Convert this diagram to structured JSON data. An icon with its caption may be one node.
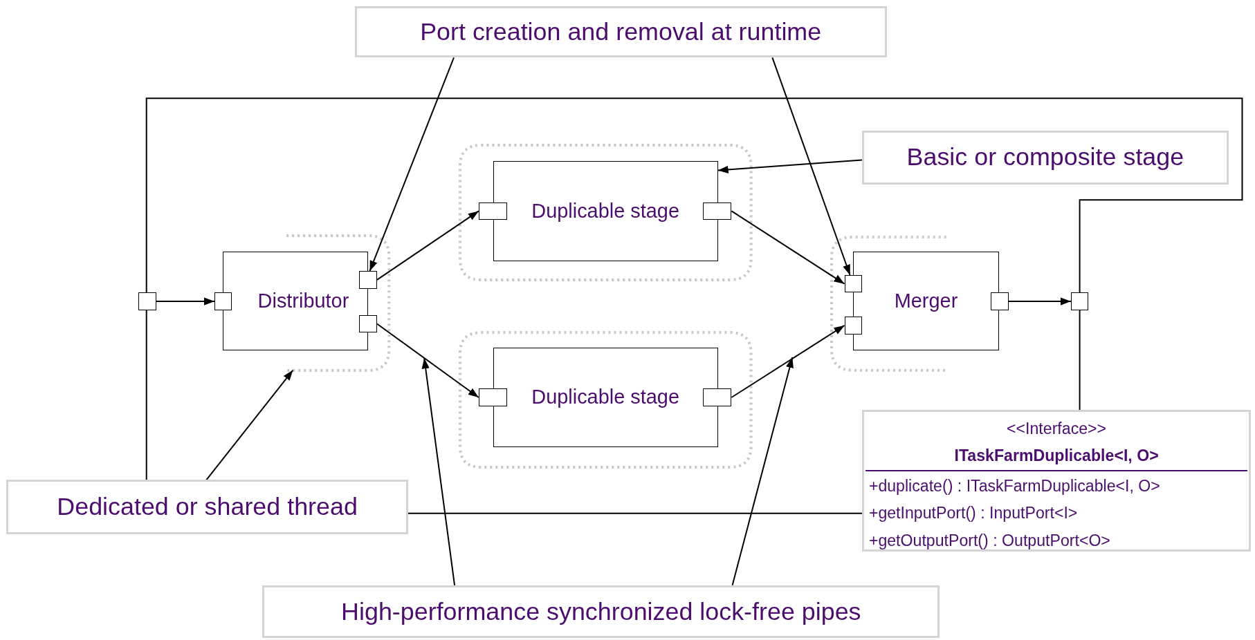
{
  "diagram": {
    "nodes": [
      {
        "text": [
          "Port creation and removal at runtime"
        ]
      },
      {
        "text": [
          "Basic or composite stage"
        ]
      },
      {
        "text": [],
        "shape": "box"
      },
      {
        "text": [
          "Duplicable stage"
        ],
        "in": 2
      },
      {
        "text": [],
        "shape": "box",
        "in": 2
      },
      {
        "text": [],
        "shape": "box",
        "in": 2
      },
      {
        "text": [],
        "shape": "box"
      },
      {
        "text": [],
        "shape": "box"
      },
      {
        "text": [
          "Distributor"
        ]
      },
      {
        "text": [],
        "shape": "box",
        "in": 7
      },
      {
        "text": [],
        "shape": "box",
        "in": 7
      },
      {
        "text": [],
        "shape": "box"
      },
      {
        "text": [],
        "shape": "box"
      },
      {
        "text": [
          "Merger"
        ]
      },
      {
        "text": [],
        "shape": "box",
        "in": 12
      },
      {
        "text": [],
        "shape": "box",
        "in": 12
      },
      {
        "text": [],
        "shape": "box"
      },
      {
        "text": [],
        "shape": "box"
      },
      {
        "text": [],
        "shape": "box"
      },
      {
        "text": [
          "Duplicable stage"
        ],
        "in": 18
      },
      {
        "text": [],
        "shape": "box",
        "in": 18
      },
      {
        "text": [],
        "shape": "box",
        "in": 18
      },
      {
        "text": [
          "<<Interface>>",
          "ITaskFarmDuplicable<I, O>",
          "+duplicate() : ITaskFarmDuplicable<I, O>",
          "+getInputPort() : InputPort<I>",
          "+getOutputPort() : OutputPort<O>"
        ]
      },
      {
        "text": [
          "Dedicated or shared thread"
        ]
      },
      {
        "text": [
          "High-performance synchronized lock-free pipes"
        ]
      }
    ],
    "edges": [
      {
        "from": 6,
        "to": 11,
        "arrow": "to"
      },
      {
        "from": 9,
        "to": 4,
        "arrow": "to"
      },
      {
        "from": 10,
        "to": 20,
        "arrow": "to"
      },
      {
        "from": 5,
        "to": 14,
        "arrow": "to"
      },
      {
        "from": 21,
        "to": 15,
        "arrow": "to"
      },
      {
        "from": 16,
        "to": 17,
        "arrow": "to"
      },
      {
        "from": 0,
        "to": 9,
        "arrow": "to"
      },
      {
        "from": 0,
        "to": 14,
        "arrow": "to"
      },
      {
        "from": 1,
        "to": 3,
        "arrow": "to"
      },
      {
        "from": 23,
        "to": 7,
        "arrow": "to"
      },
      {
        "from": 24,
        "to": null,
        "arrow": "to"
      },
      {
        "from": 24,
        "to": null,
        "arrow": "to"
      },
      {
        "from": 23,
        "to": 6,
        "arrow": "none"
      },
      {
        "from": 6,
        "to": 17,
        "arrow": "none"
      },
      {
        "from": 17,
        "to": 22,
        "arrow": "none"
      },
      {
        "from": 23,
        "to": 22,
        "arrow": "none"
      }
    ]
  }
}
